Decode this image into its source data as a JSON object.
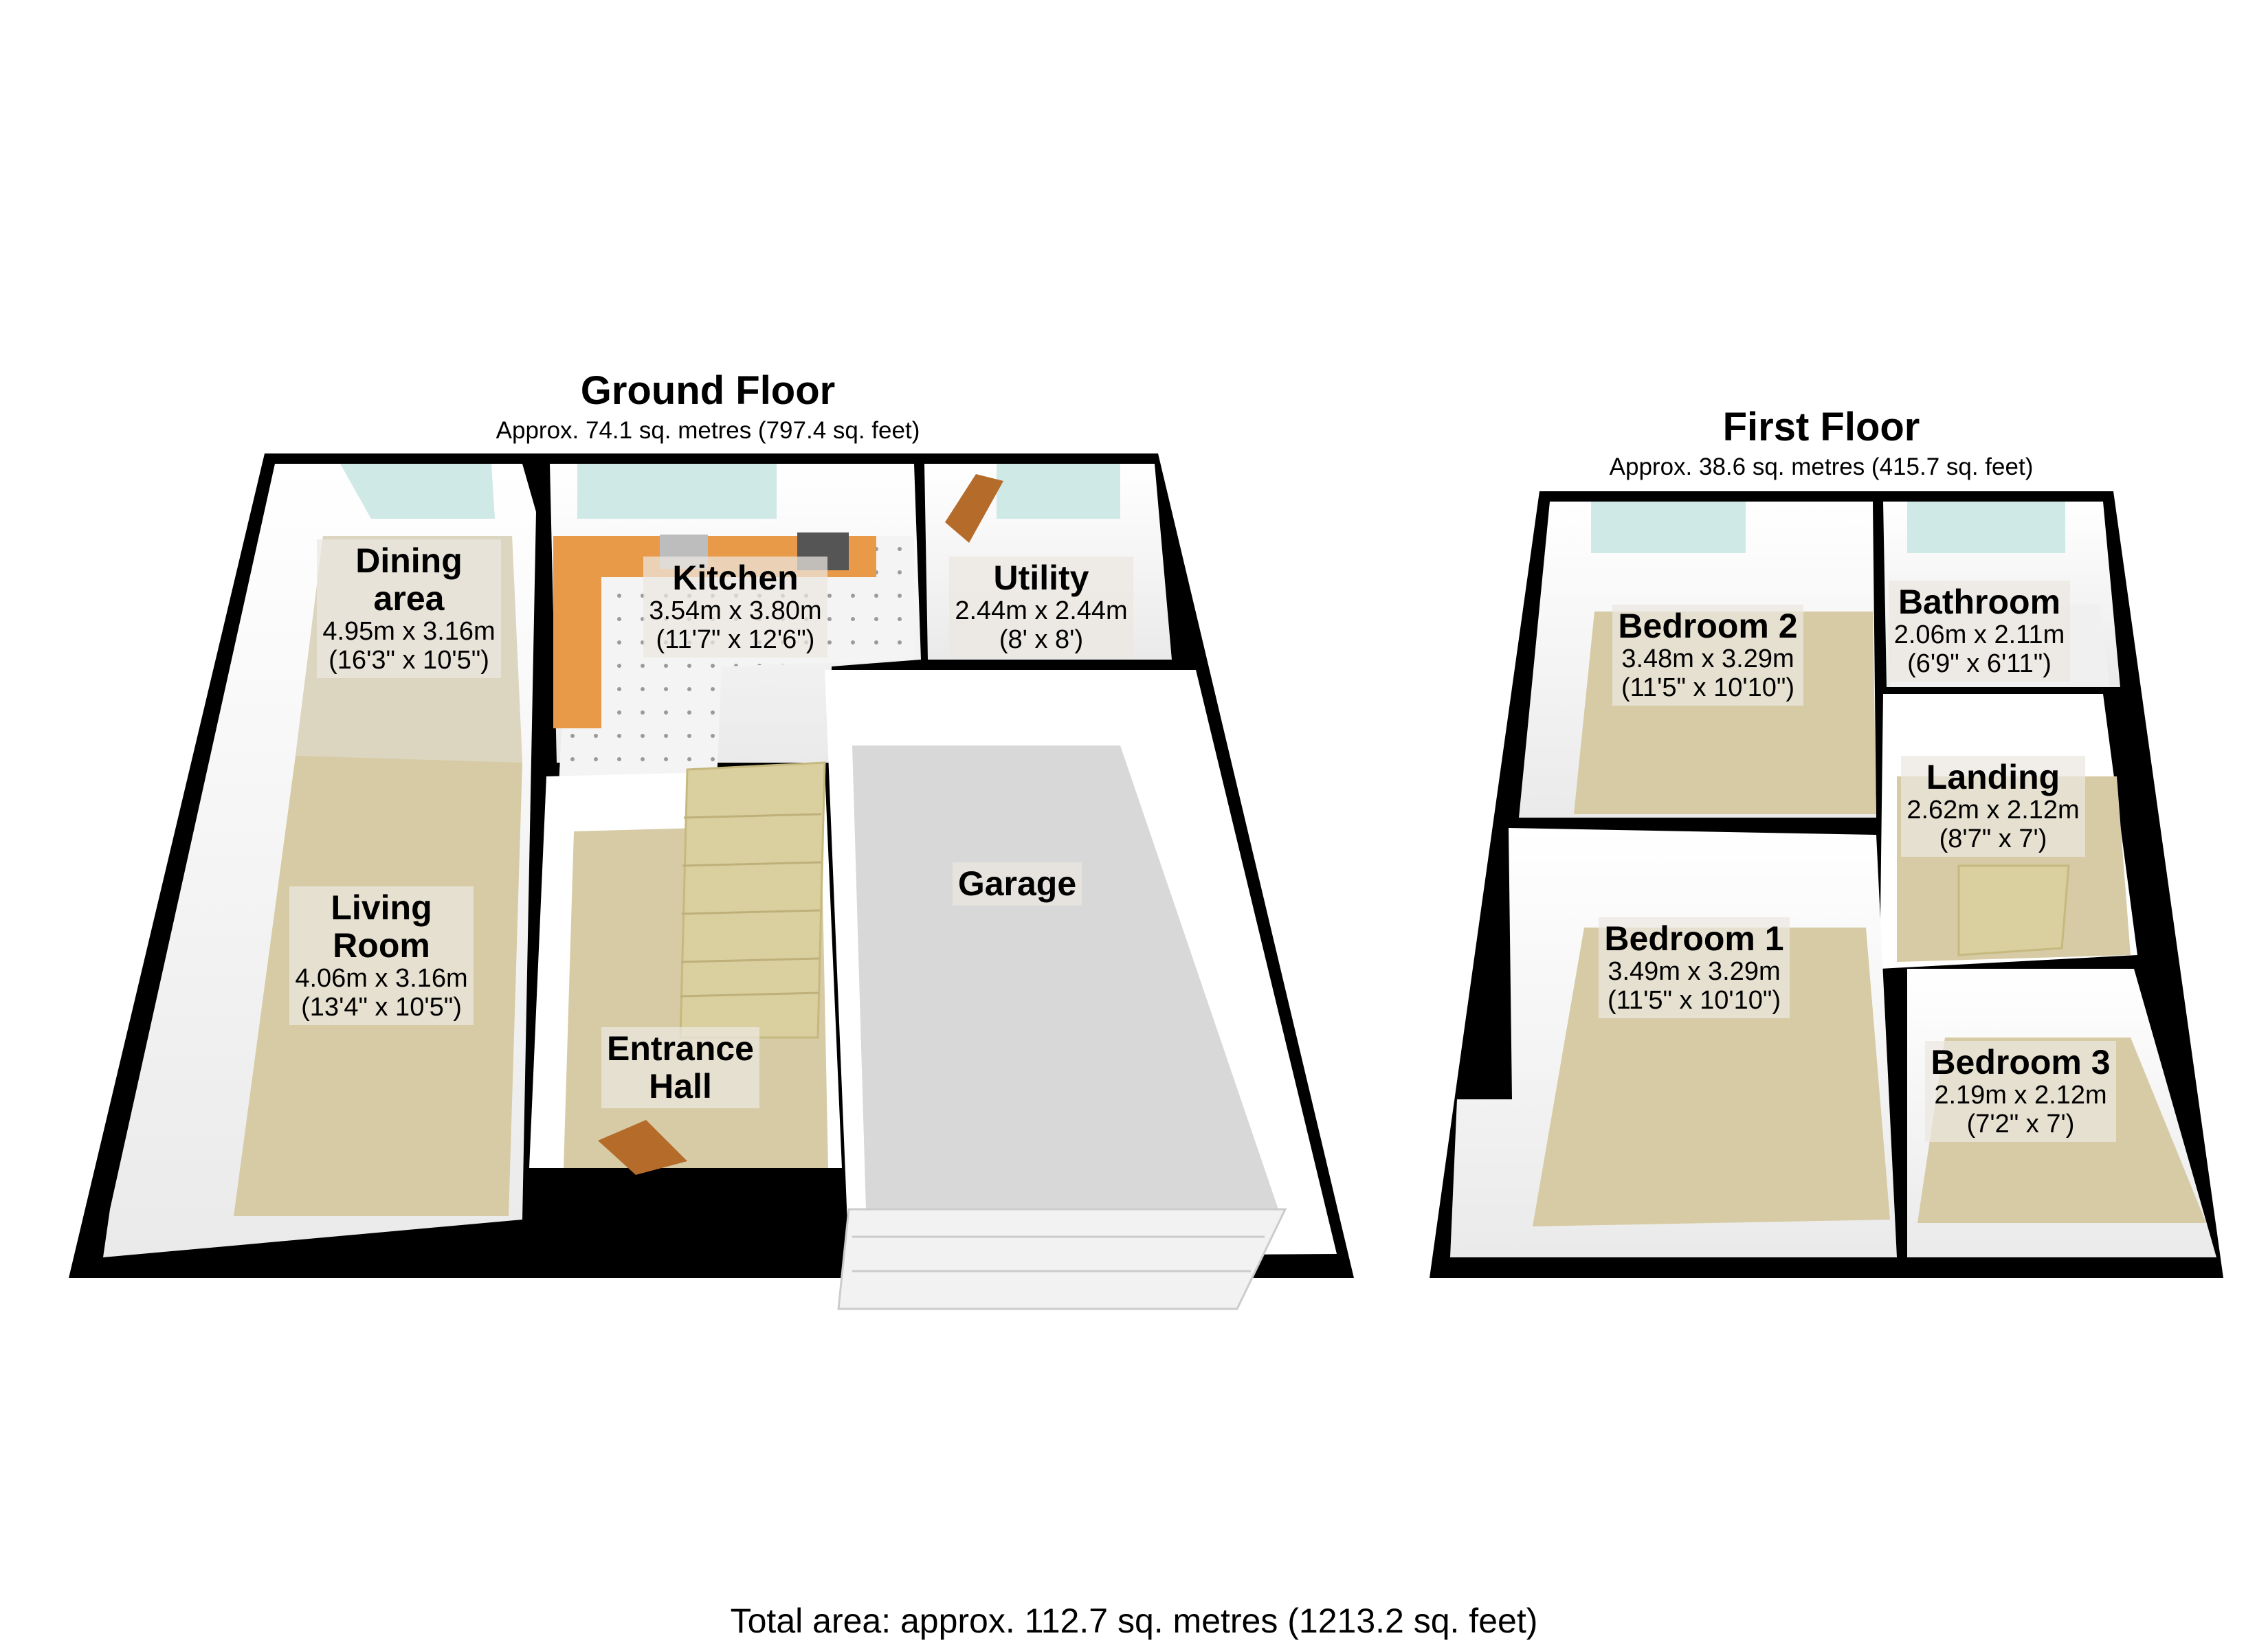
{
  "ground_floor": {
    "title": "Ground Floor",
    "area": "Approx. 74.1 sq. metres (797.4 sq. feet)",
    "rooms": [
      {
        "name": "Dining\narea",
        "dims": "4.95m x 3.16m",
        "imperial": "(16'3\" x 10'5\")"
      },
      {
        "name": "Kitchen",
        "dims": "3.54m x 3.80m",
        "imperial": "(11'7\" x 12'6\")"
      },
      {
        "name": "Utility",
        "dims": "2.44m x 2.44m",
        "imperial": "(8' x 8')"
      },
      {
        "name": "Living\nRoom",
        "dims": "4.06m x 3.16m",
        "imperial": "(13'4\" x 10'5\")"
      },
      {
        "name": "Garage",
        "dims": "",
        "imperial": ""
      },
      {
        "name": "Entrance\nHall",
        "dims": "",
        "imperial": ""
      }
    ]
  },
  "first_floor": {
    "title": "First Floor",
    "area": "Approx. 38.6 sq. metres (415.7 sq. feet)",
    "rooms": [
      {
        "name": "Bedroom 2",
        "dims": "3.48m x 3.29m",
        "imperial": "(11'5\" x 10'10\")"
      },
      {
        "name": "Bathroom",
        "dims": "2.06m x 2.11m",
        "imperial": "(6'9\" x 6'11\")"
      },
      {
        "name": "Landing",
        "dims": "2.62m x 2.12m",
        "imperial": "(8'7\" x 7')"
      },
      {
        "name": "Bedroom 1",
        "dims": "3.49m x 3.29m",
        "imperial": "(11'5\" x 10'10\")"
      },
      {
        "name": "Bedroom 3",
        "dims": "2.19m x 2.12m",
        "imperial": "(7'2\" x 7')"
      }
    ]
  },
  "total_area": "Total area: approx. 112.7 sq. metres (1213.2 sq. feet)",
  "colors": {
    "wall": "#000000",
    "wall_face": "#ffffff",
    "carpet": "#d6cba4",
    "garage_floor": "#d8d8d8",
    "kitchen_tile": "#f4f4f4",
    "counter": "#e89a48",
    "window": "#cfe9e6"
  }
}
